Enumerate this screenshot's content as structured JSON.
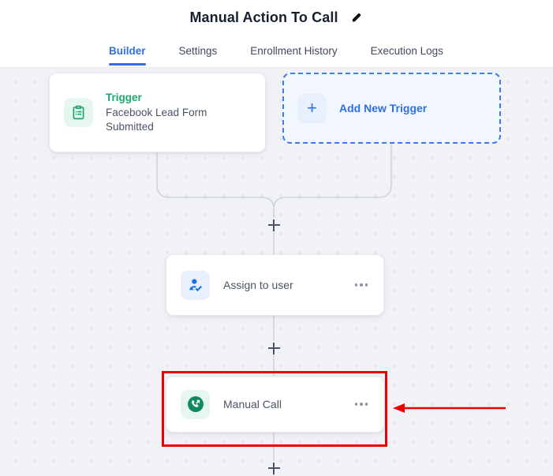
{
  "header": {
    "title": "Manual Action To Call",
    "edit_icon": "pencil-icon"
  },
  "tabs": [
    {
      "label": "Builder",
      "active": true
    },
    {
      "label": "Settings",
      "active": false
    },
    {
      "label": "Enrollment History",
      "active": false
    },
    {
      "label": "Execution Logs",
      "active": false
    }
  ],
  "canvas": {
    "trigger_card": {
      "label": "Trigger",
      "description": "Facebook Lead Form Submitted",
      "icon": "clipboard-form-icon",
      "icon_color": "#1aa66f",
      "icon_bg": "#e6f7ef"
    },
    "add_trigger_card": {
      "label": "Add New Trigger",
      "icon": "plus-icon",
      "accent_color": "#2f6fe4",
      "bg": "#f2f7ff"
    },
    "nodes": [
      {
        "label": "Assign to user",
        "icon": "user-check-icon",
        "icon_color": "#1a6fe8",
        "icon_bg": "#e8f0fe",
        "menu": "more-options-icon"
      },
      {
        "label": "Manual Call",
        "icon": "phone-outgoing-icon",
        "icon_color": "#0f8a5f",
        "icon_bg": "#e6f7ef",
        "menu": "more-options-icon"
      }
    ],
    "add_step_buttons": [
      {
        "name": "add-step-after-trigger"
      },
      {
        "name": "add-step-after-assign-to-user"
      },
      {
        "name": "add-step-after-manual-call"
      }
    ]
  },
  "annotation": {
    "highlight_color": "#ee0000",
    "target": "Manual Call"
  }
}
